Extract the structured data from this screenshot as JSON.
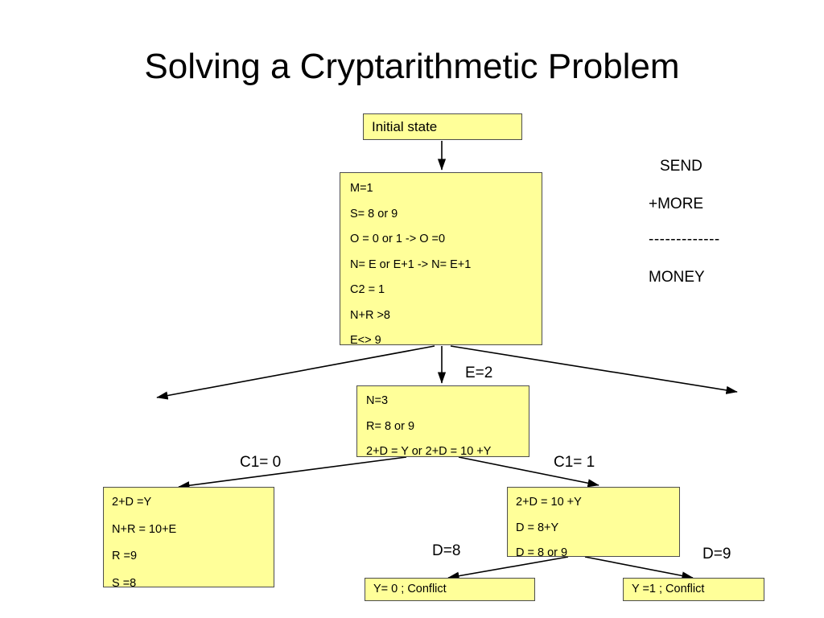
{
  "title": "Solving a Cryptarithmetic Problem",
  "puzzle": {
    "line1": "SEND",
    "line2": "+MORE",
    "line3": "-------------",
    "line4": "MONEY"
  },
  "nodes": {
    "initial": {
      "lines": [
        "Initial state"
      ]
    },
    "root": {
      "lines": [
        "M=1",
        "S= 8 or 9",
        "O = 0 or 1 -> O =0",
        "N= E or E+1 -> N= E+1",
        "C2 = 1",
        "N+R >8",
        "E<> 9"
      ]
    },
    "e2": {
      "lines": [
        "N=3",
        "R= 8 or 9",
        "2+D = Y or 2+D = 10 +Y"
      ]
    },
    "c1_0": {
      "lines": [
        "2+D =Y",
        "N+R = 10+E",
        "R =9",
        "S =8"
      ]
    },
    "c1_1": {
      "lines": [
        "2+D = 10 +Y",
        "D = 8+Y",
        "D = 8 or 9"
      ]
    },
    "d8": {
      "lines": [
        "Y= 0 ; Conflict"
      ]
    },
    "d9": {
      "lines": [
        "Y =1 ; Conflict"
      ]
    }
  },
  "edge_labels": {
    "e2": "E=2",
    "c1_0": "C1= 0",
    "c1_1": "C1= 1",
    "d8": "D=8",
    "d9": "D=9"
  },
  "colors": {
    "node_fill": "#ffff99",
    "node_border": "#4d4d4d",
    "text": "#000000",
    "background": "#ffffff"
  }
}
